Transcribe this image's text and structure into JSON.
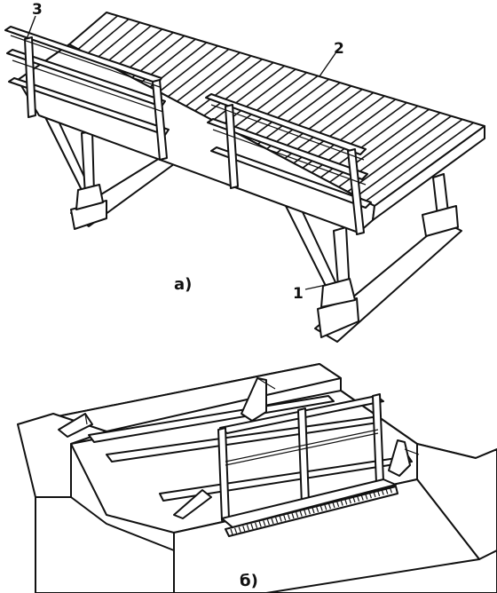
{
  "figure_a": {
    "caption": "а)",
    "callouts": {
      "c1": "1",
      "c2": "2",
      "c3": "3"
    }
  },
  "figure_b": {
    "caption": "б)"
  }
}
